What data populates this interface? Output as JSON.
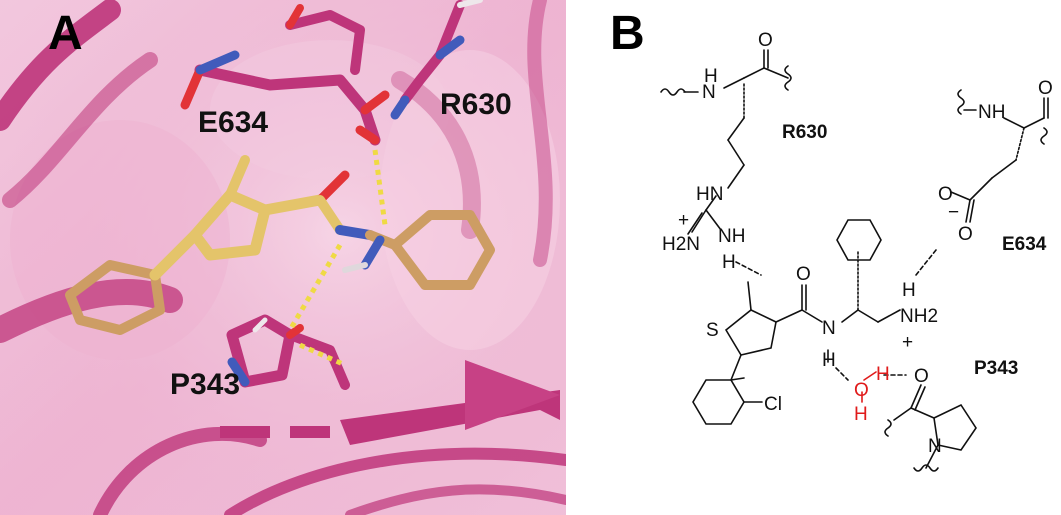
{
  "panel_a": {
    "letter": "A",
    "labels": {
      "e634": "E634",
      "r630": "R630",
      "p343": "P343"
    },
    "colors": {
      "background": "#f3c2dc",
      "protein": "#b8246e",
      "ligand": "#e3c65c",
      "ligand_alt": "#c99a55",
      "nitrogen": "#2a4fb8",
      "oxygen": "#e12222",
      "hbond": "#f0e030"
    }
  },
  "panel_b": {
    "letter": "B",
    "residues": {
      "r630": "R630",
      "e634": "E634",
      "p343": "P343"
    },
    "atoms": {
      "h": "H",
      "n": "N",
      "nh": "NH",
      "hn": "HN",
      "h2n": "H2N",
      "nh2": "NH2",
      "o": "O",
      "s": "S",
      "cl": "Cl",
      "plus": "+",
      "minus": "−",
      "two": "2"
    },
    "water": {
      "o": "O",
      "h1": "H",
      "h2": "H"
    },
    "colors": {
      "bond": "#111111",
      "water": "#e01b1b"
    }
  }
}
